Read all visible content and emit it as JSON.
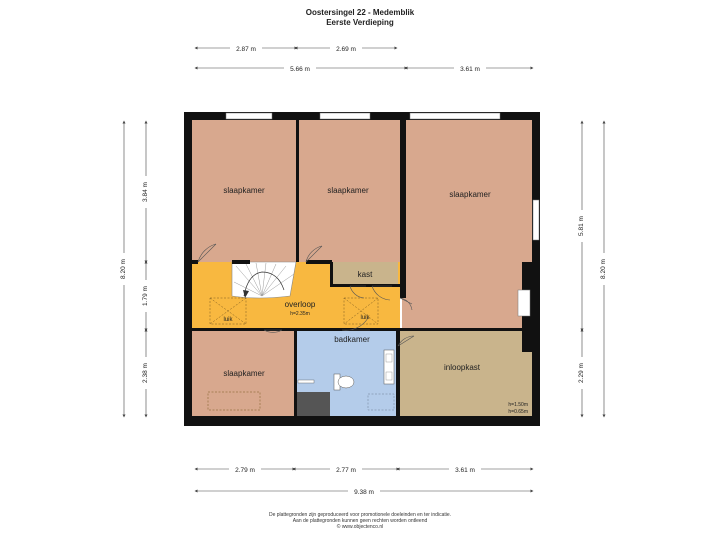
{
  "header": {
    "title": "Oostersingel 22 - Medemblik",
    "subtitle": "Eerste Verdieping"
  },
  "colors": {
    "bedroom": "#d8a88e",
    "landing": "#f8b840",
    "bathroom": "#b4ccea",
    "storage": "#c9b48c",
    "wall": "#111111",
    "dimension": "#444444"
  },
  "rooms": {
    "bedroom_1": "slaapkamer",
    "bedroom_2": "slaapkamer",
    "bedroom_3": "slaapkamer",
    "bedroom_4": "slaapkamer",
    "landing": "overloop",
    "landing_height": "h=2.35m",
    "closet": "kast",
    "bathroom": "badkamer",
    "walk_in_closet": "inloopkast",
    "walk_in_h1": "h=1.50m",
    "walk_in_h2": "h=0.65m",
    "hatch_left": "luik",
    "hatch_right": "luik"
  },
  "dimensions": {
    "top_row1_a": "2.87 m",
    "top_row1_b": "2.69 m",
    "top_row2_a": "5.66 m",
    "top_row2_b": "3.61 m",
    "bottom_row1_a": "2.79 m",
    "bottom_row1_b": "2.77 m",
    "bottom_row1_c": "3.61 m",
    "bottom_total": "9.38 m",
    "left_total": "8.20 m",
    "left_a": "3.84 m",
    "left_b": "1.79 m",
    "left_c": "2.38 m",
    "right_a": "5.81 m",
    "right_b": "2.29 m",
    "right_total": "8.20 m"
  },
  "footer": {
    "line1": "De plattegronden zijn geproduceerd voor promotionele doeleinden en ter indicatie.",
    "line2": "Aan de plattegronden kunnen geen rechten worden ontleend",
    "line3": "© www.objectenco.nl"
  }
}
